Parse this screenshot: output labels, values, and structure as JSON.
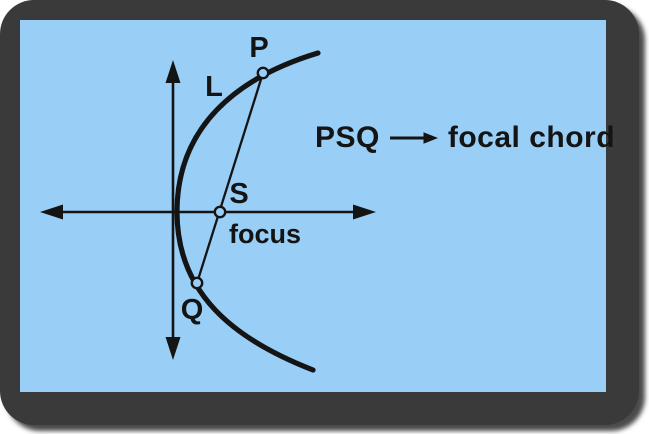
{
  "theme": {
    "frame_color": "#3a3a3a",
    "panel_color": "#99cef6",
    "ink_color": "#141414"
  },
  "diagram": {
    "title_hint": "parabola with focal chord",
    "point_labels": {
      "p": "P",
      "l": "L",
      "s": "S",
      "q": "Q"
    },
    "focus_caption": "focus",
    "points": [
      {
        "name": "P",
        "role": "upper intersection of chord with parabola"
      },
      {
        "name": "S",
        "role": "focus of parabola, on horizontal axis"
      },
      {
        "name": "Q",
        "role": "lower intersection of chord with parabola"
      }
    ],
    "annotation": {
      "lhs": "PSQ",
      "arrow_icon": "long-right-arrow",
      "rhs": "focal chord"
    }
  }
}
